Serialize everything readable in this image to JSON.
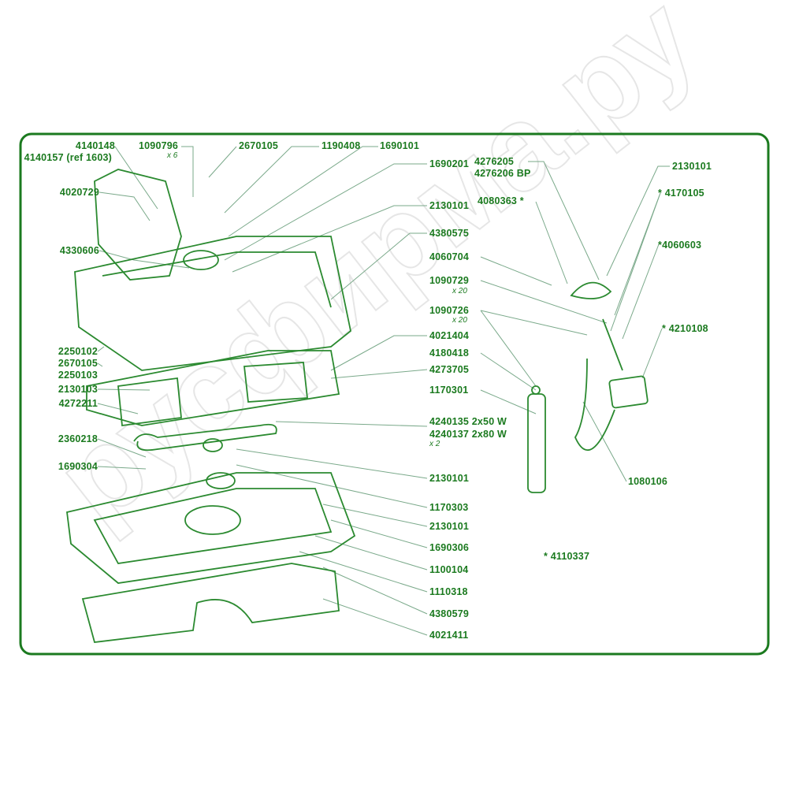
{
  "colors": {
    "line": "#1b7a1f",
    "leader": "#7aa98a",
    "part": "#2b8a30"
  },
  "watermark": "русфирма.ру",
  "labels": {
    "l4140148": "4140148",
    "l4140157": "4140157 (ref 1603)",
    "l4020729": "4020729",
    "l4330606": "4330606",
    "l2250102": "2250102",
    "l2670105a": "2670105",
    "l2250103": "2250103",
    "l2130103": "2130103",
    "l4272211": "4272211",
    "l2360218": "2360218",
    "l1690304": "1690304",
    "l1090796": "1090796",
    "q1090796": "x 6",
    "l2670105b": "2670105",
    "l1190408": "1190408",
    "l1690101": "1690101",
    "l1690201": "1690201",
    "l2130101a": "2130101",
    "l4380575": "4380575",
    "l4060704": "4060704",
    "l1090729": "1090729",
    "q1090729": "x 20",
    "l1090726": "1090726",
    "q1090726": "x 20",
    "l4021404": "4021404",
    "l4180418": "4180418",
    "l4273705": "4273705",
    "l1170301": "1170301",
    "l4240135": "4240135  2x50  W",
    "l4240137": "4240137  2x80  W",
    "q4240137": "x 2",
    "l2130101b": "2130101",
    "l1170303": "1170303",
    "l2130101c": "2130101",
    "l1690306": "1690306",
    "l1100104": "1100104",
    "l1110318": "1110318",
    "l4380579": "4380579",
    "l4021411": "4021411",
    "l4276205": "4276205",
    "l4276206": "4276206  BP",
    "l4080363": "4080363  *",
    "l2130101d": "2130101",
    "l4170105": "* 4170105",
    "l4060603": "*4060603",
    "l4210108": "* 4210108",
    "l1080106": "1080106",
    "l4110337": "*   4110337"
  }
}
